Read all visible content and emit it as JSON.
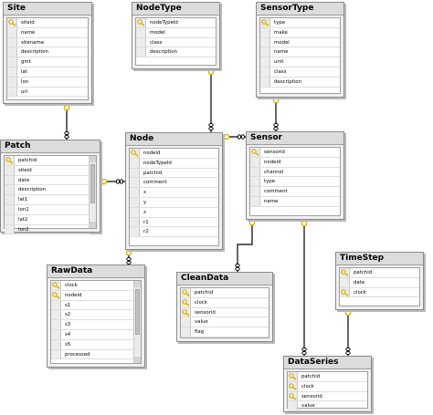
{
  "tables": [
    {
      "id": "site",
      "title": "Site",
      "columns": [
        {
          "name": "siteid",
          "key": true
        },
        {
          "name": "name",
          "key": false
        },
        {
          "name": "sitename",
          "key": false
        },
        {
          "name": "description",
          "key": false
        },
        {
          "name": "gmt",
          "key": false
        },
        {
          "name": "lat",
          "key": false
        },
        {
          "name": "lon",
          "key": false
        },
        {
          "name": "url",
          "key": false
        }
      ]
    },
    {
      "id": "nodetype",
      "title": "NodeType",
      "columns": [
        {
          "name": "nodeTypeId",
          "key": true
        },
        {
          "name": "model",
          "key": false
        },
        {
          "name": "class",
          "key": false
        },
        {
          "name": "description",
          "key": false
        }
      ]
    },
    {
      "id": "sensortype",
      "title": "SensorType",
      "columns": [
        {
          "name": "type",
          "key": true
        },
        {
          "name": "make",
          "key": false
        },
        {
          "name": "model",
          "key": false
        },
        {
          "name": "name",
          "key": false
        },
        {
          "name": "unit",
          "key": false
        },
        {
          "name": "class",
          "key": false
        },
        {
          "name": "description",
          "key": false
        }
      ]
    },
    {
      "id": "patch",
      "title": "Patch",
      "columns": [
        {
          "name": "patchid",
          "key": true
        },
        {
          "name": "siteid",
          "key": false
        },
        {
          "name": "date",
          "key": false
        },
        {
          "name": "description",
          "key": false
        },
        {
          "name": "lat1",
          "key": false
        },
        {
          "name": "lon1",
          "key": false
        },
        {
          "name": "lat2",
          "key": false
        },
        {
          "name": "lon2",
          "key": false
        }
      ]
    },
    {
      "id": "node",
      "title": "Node",
      "columns": [
        {
          "name": "nodeid",
          "key": true
        },
        {
          "name": "nodeTypeId",
          "key": false
        },
        {
          "name": "patchid",
          "key": false
        },
        {
          "name": "comment",
          "key": false
        },
        {
          "name": "x",
          "key": false
        },
        {
          "name": "y",
          "key": false
        },
        {
          "name": "z",
          "key": false
        },
        {
          "name": "r1",
          "key": false
        },
        {
          "name": "r2",
          "key": false
        }
      ]
    },
    {
      "id": "sensor",
      "title": "Sensor",
      "columns": [
        {
          "name": "sensorid",
          "key": true
        },
        {
          "name": "nodeid",
          "key": false
        },
        {
          "name": "channel",
          "key": false
        },
        {
          "name": "type",
          "key": false
        },
        {
          "name": "comment",
          "key": false
        },
        {
          "name": "name",
          "key": false
        }
      ]
    },
    {
      "id": "rawdata",
      "title": "RawData",
      "columns": [
        {
          "name": "clock",
          "key": true
        },
        {
          "name": "nodeid",
          "key": true
        },
        {
          "name": "s1",
          "key": false
        },
        {
          "name": "s2",
          "key": false
        },
        {
          "name": "s3",
          "key": false
        },
        {
          "name": "s4",
          "key": false
        },
        {
          "name": "s5",
          "key": false
        },
        {
          "name": "processed",
          "key": false
        }
      ]
    },
    {
      "id": "cleandata",
      "title": "CleanData",
      "columns": [
        {
          "name": "patchid",
          "key": true
        },
        {
          "name": "clock",
          "key": true
        },
        {
          "name": "sensorid",
          "key": true
        },
        {
          "name": "value",
          "key": false
        },
        {
          "name": "flag",
          "key": false
        }
      ]
    },
    {
      "id": "timestep",
      "title": "TimeStep",
      "columns": [
        {
          "name": "patchid",
          "key": true
        },
        {
          "name": "date",
          "key": false
        },
        {
          "name": "clock",
          "key": true
        }
      ]
    },
    {
      "id": "dataseries",
      "title": "DataSeries",
      "columns": [
        {
          "name": "patchid",
          "key": true
        },
        {
          "name": "clock",
          "key": true
        },
        {
          "name": "sensorid",
          "key": true
        },
        {
          "name": "value",
          "key": false
        }
      ]
    }
  ],
  "relationships": [
    {
      "from": "site",
      "to": "patch"
    },
    {
      "from": "nodetype",
      "to": "node"
    },
    {
      "from": "sensortype",
      "to": "sensor"
    },
    {
      "from": "patch",
      "to": "node"
    },
    {
      "from": "node",
      "to": "sensor"
    },
    {
      "from": "node",
      "to": "rawdata"
    },
    {
      "from": "sensor",
      "to": "cleandata"
    },
    {
      "from": "sensor",
      "to": "dataseries"
    },
    {
      "from": "timestep",
      "to": "dataseries"
    }
  ],
  "colors": {
    "key": "#d8b400",
    "link": "#000000",
    "title_bg": "#dcdcdc"
  }
}
